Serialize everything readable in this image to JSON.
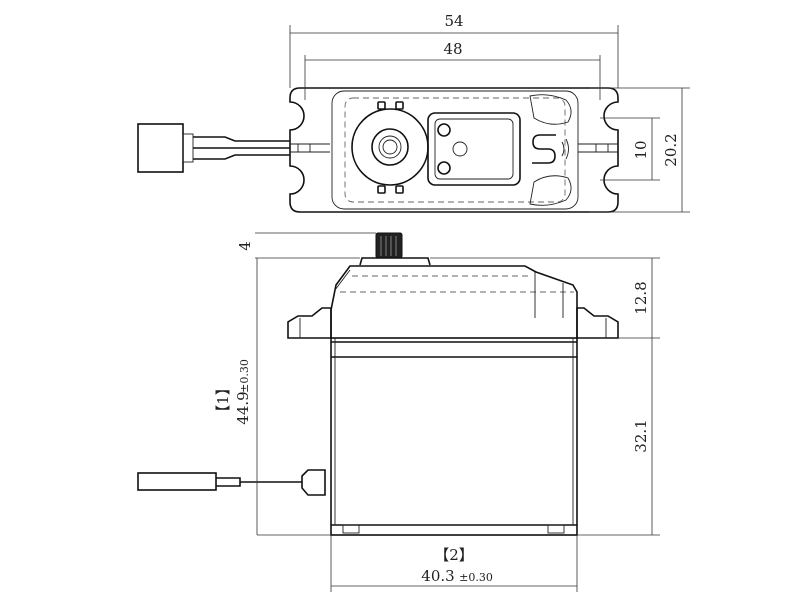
{
  "drawing": {
    "top_view": {
      "overall_width": "54",
      "mount_width": "48",
      "height": "20.2",
      "hole_spacing": "10"
    },
    "side_view": {
      "spline_height": "4",
      "total_height_ref": "【1】",
      "total_height": "44.9",
      "total_height_tol": "±0.30",
      "upper_height": "12.8",
      "lower_height": "32.1",
      "width_ref": "【2】",
      "width": "40.3",
      "width_tol": "±0.30"
    },
    "line_color": "#111111",
    "background": "#ffffff"
  }
}
